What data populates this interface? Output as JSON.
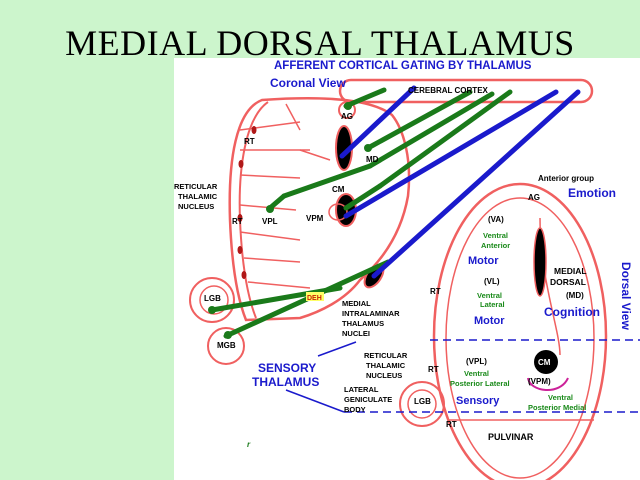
{
  "slide_title": "MEDIAL DORSAL THALAMUS",
  "header": "AFFERENT CORTICAL GATING  BY THALAMUS",
  "coronal_view": "Coronal  View",
  "cerebral_cortex": "CEREBRAL CORTEX",
  "dorsal_view": "Dorsal  View",
  "left": {
    "ag": "AG",
    "rt_top": "RT",
    "md": "MD",
    "cm": "CM",
    "reticular_line1": "RETICULAR",
    "reticular_line2": "THALAMIC",
    "reticular_line3": "NUCLEUS",
    "rt_mid": "RT",
    "vpl": "VPL",
    "vpm": "VPM",
    "lgb": "LGB",
    "deh": "DEH",
    "mgb": "MGB",
    "medial_line1": "MEDIAL",
    "medial_line2": "INTRALAMINAR",
    "medial_line3": "THALAMUS",
    "medial_line4": "NUCLEI",
    "sensory_line1": "SENSORY",
    "sensory_line2": "THALAMUS",
    "rtn_line1": "RETICULAR",
    "rtn_line2": "THALAMIC",
    "rtn_line3": "NUCLEUS",
    "lat_line1": "LATERAL",
    "lat_line2": "GENICULATE",
    "lat_line3": "BODY",
    "small_mark": "r"
  },
  "right": {
    "anterior_group": "Anterior group",
    "emotion": "Emotion",
    "ag": "AG",
    "va": "(VA)",
    "ventral_anterior_1": "Ventral",
    "ventral_anterior_2": "Anterior",
    "motor_1": "Motor",
    "vl": "(VL)",
    "ventral_lateral_1": "Ventral",
    "ventral_lateral_2": "Lateral",
    "motor_2": "Motor",
    "medial_dorsal_1": "MEDIAL",
    "medial_dorsal_2": "DORSAL",
    "md": "(MD)",
    "cognition": "Cognition",
    "rt_1": "RT",
    "rt_2": "RT",
    "rt_3": "RT",
    "vpl": "(VPL)",
    "vpl_name": "Ventral",
    "vpl_name2": "Posterior Lateral",
    "cm": "CM",
    "vpm": "(VPM)",
    "vpm_name": "Ventral",
    "vpm_name2": "Posterior Medial",
    "sensory": "Sensory",
    "lgb": "LGB",
    "pulvinar": "PULVINAR"
  },
  "colors": {
    "background": "#ccf5cc",
    "outline": "#f06060",
    "green": "#1a7a1a",
    "blue": "#1a1acc",
    "label_blue": "#1a1acc",
    "label_green": "#1a8a1a"
  }
}
